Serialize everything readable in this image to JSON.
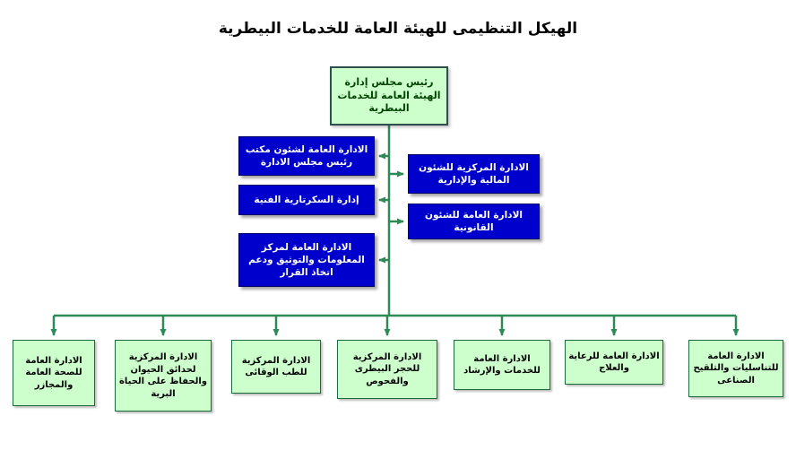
{
  "title": "الهيكل التنظيمى للهيئة العامة للخدمات البيطرية",
  "top_box": {
    "label": "رئيس مجلس إدارة الهيئة العامة للخدمات البيطرية"
  },
  "left_boxes": [
    {
      "label": "الادارة العامة لشئون مكتب رئيس مجلس الادارة"
    },
    {
      "label": "إدارة السكرتارية الفنية"
    },
    {
      "label": "الادارة العامة لمركز المعلومات والتوثيق ودعم اتخاذ القرار"
    }
  ],
  "right_boxes": [
    {
      "label": "الادارة المركزية للشئون المالية والإدارية"
    },
    {
      "label": "الادارة العامة للشئون القانونية"
    }
  ],
  "bottom_boxes": [
    {
      "label": "الادارة العامة للصحة العامة والمجازر"
    },
    {
      "label": "الادارة المركزية لحدائق الحيوان والحفاظ على الحياة البرية"
    },
    {
      "label": "الادارة المركزية للطب الوقائى"
    },
    {
      "label": "الادارة المركزية للحجر البيطرى والفحوص"
    },
    {
      "label": "الادارة العامة للخدمات والإرشاد"
    },
    {
      "label": "الادارة العامة للرعاية والعلاج"
    },
    {
      "label": "الادارة العامة للتناسليات والتلقيح الصناعى"
    }
  ],
  "colors": {
    "light_green_fill": "#ccffcc",
    "blue_fill": "#0000cc",
    "connector_green": "#2e8b57",
    "box_border_dark": "#2f4f4f"
  }
}
